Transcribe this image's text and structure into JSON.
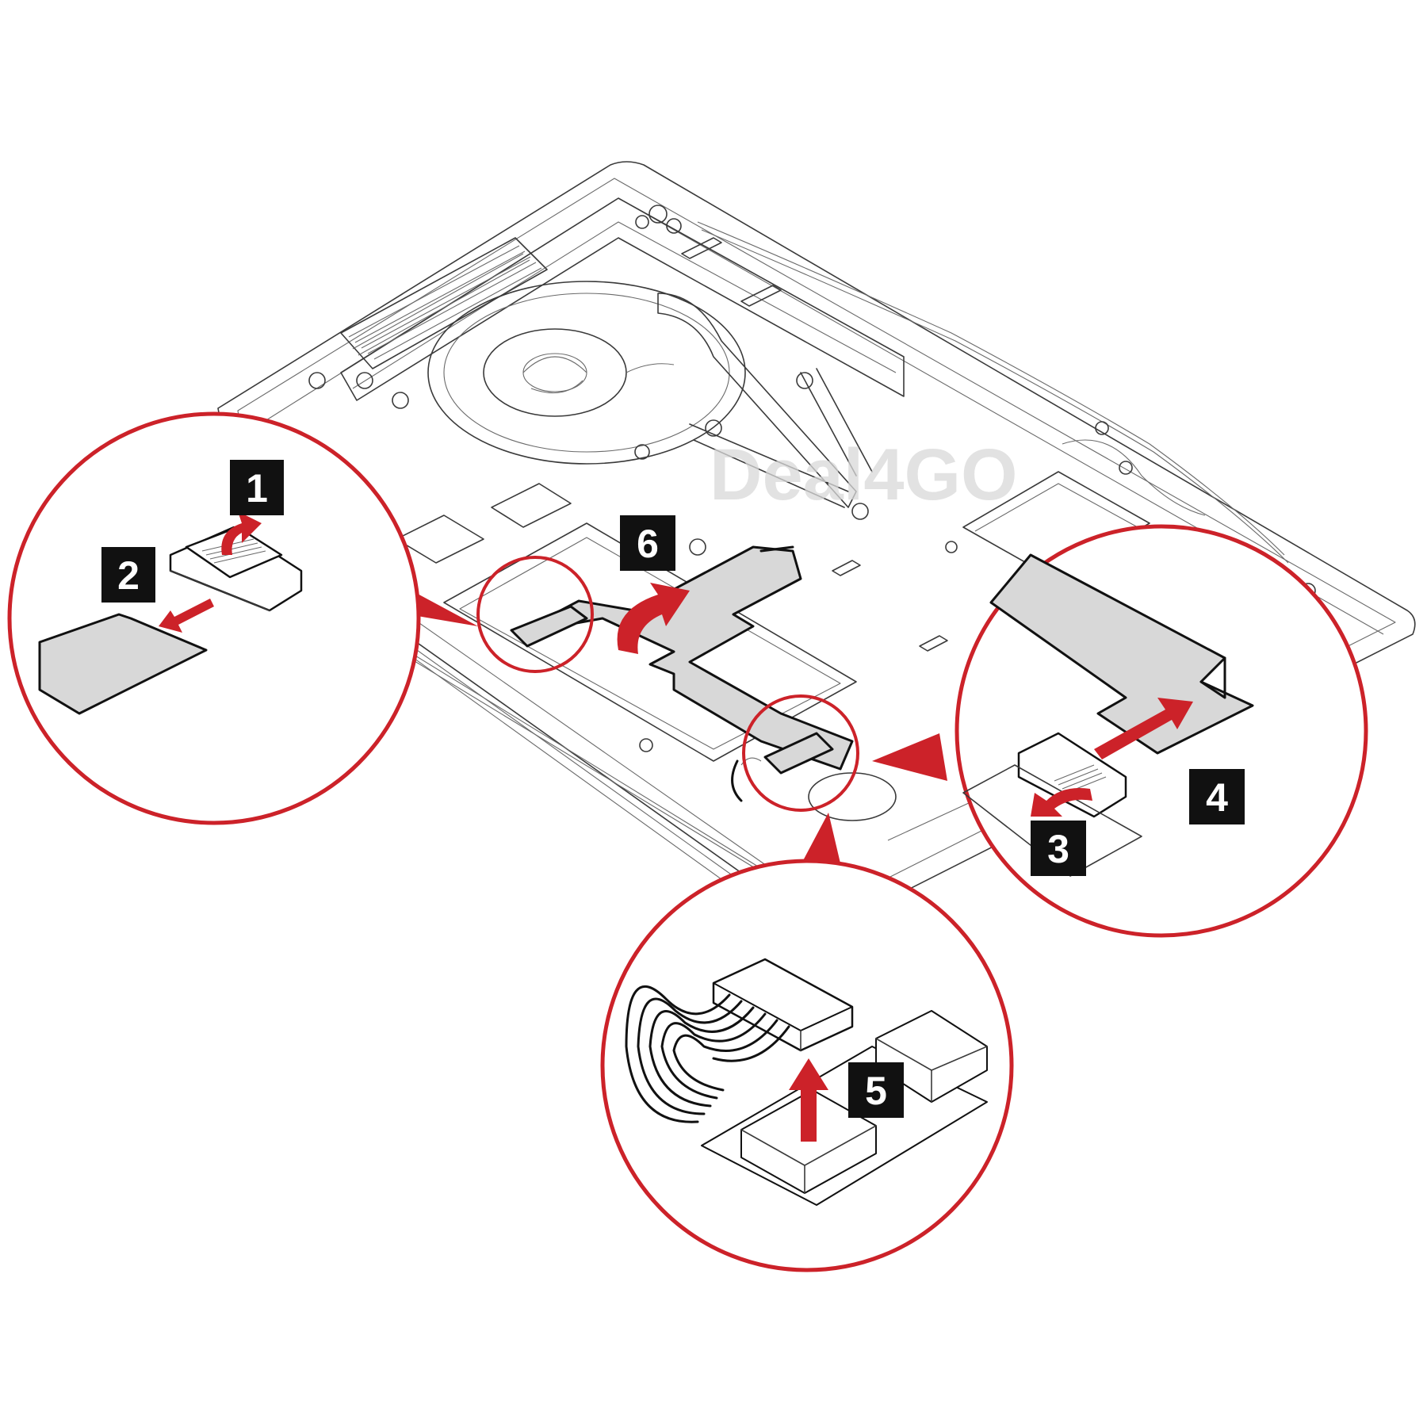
{
  "figure": {
    "watermark": "Deal4GO",
    "accent_color": "#cc2229",
    "badge_color": "#111111",
    "line_color": "#3a3a3a",
    "steps": [
      {
        "number": "1",
        "action": "lift-latch"
      },
      {
        "number": "2",
        "action": "pull-out-cable"
      },
      {
        "number": "3",
        "action": "lift-latch"
      },
      {
        "number": "4",
        "action": "pull-out-cable"
      },
      {
        "number": "5",
        "action": "lift-up-connector"
      },
      {
        "number": "6",
        "action": "peel-cable-away"
      }
    ]
  }
}
